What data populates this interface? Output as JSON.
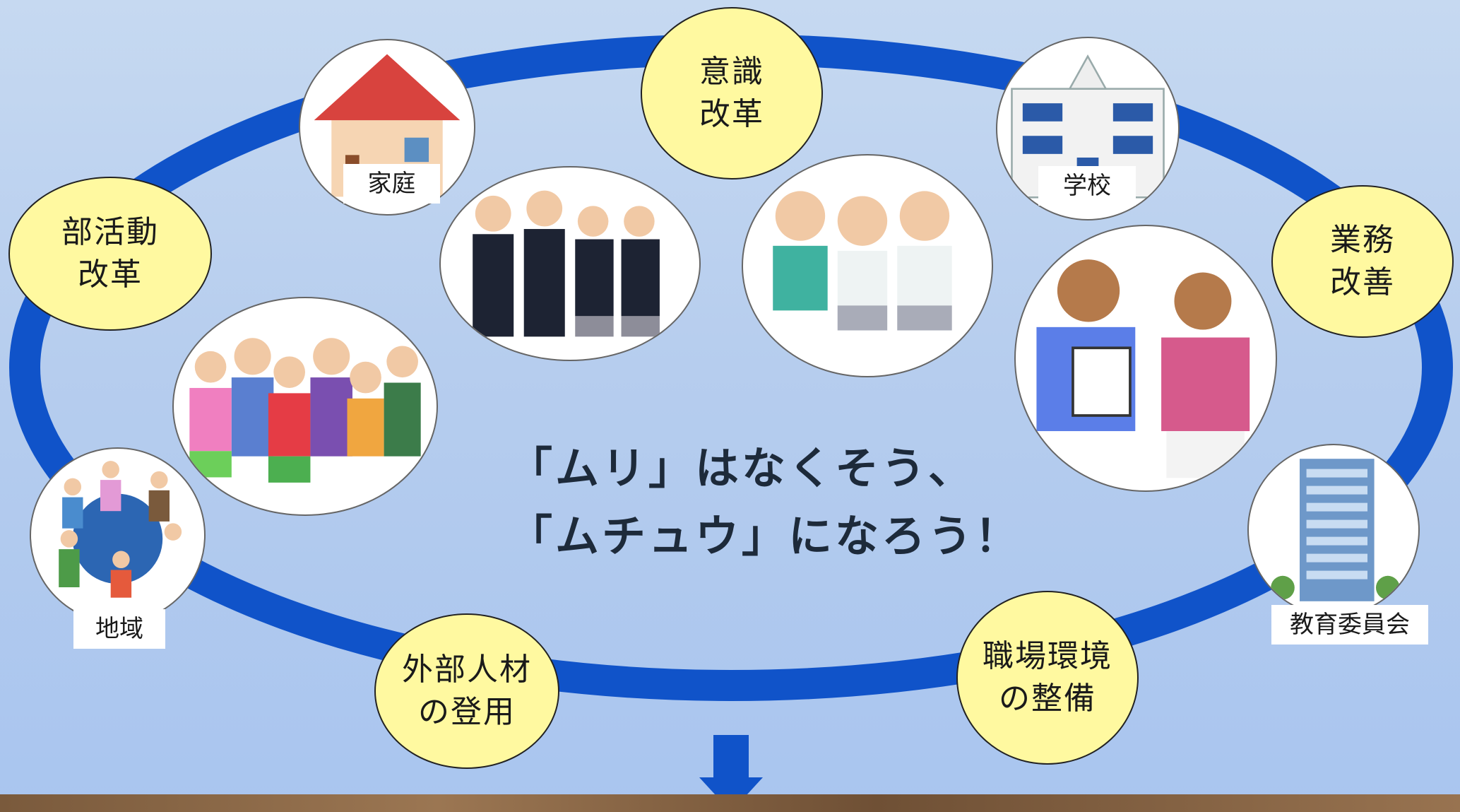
{
  "slogan": {
    "line1": "「ムリ」はなくそう、",
    "line2": "「ムチュウ」になろう！"
  },
  "bubbles": {
    "ishiki": "意識\n改革",
    "bukatsu": "部活動\n改革",
    "gyomu": "業務\n改善",
    "gaibu": "外部人材\nの登用",
    "shokuba": "職場環境\nの整備"
  },
  "labels": {
    "katei": "家庭",
    "gakko": "学校",
    "chiiki": "地域",
    "kyoiku": "教育委員会"
  },
  "colors": {
    "ring": "#1053c9",
    "bubble": "#fff9a0"
  }
}
